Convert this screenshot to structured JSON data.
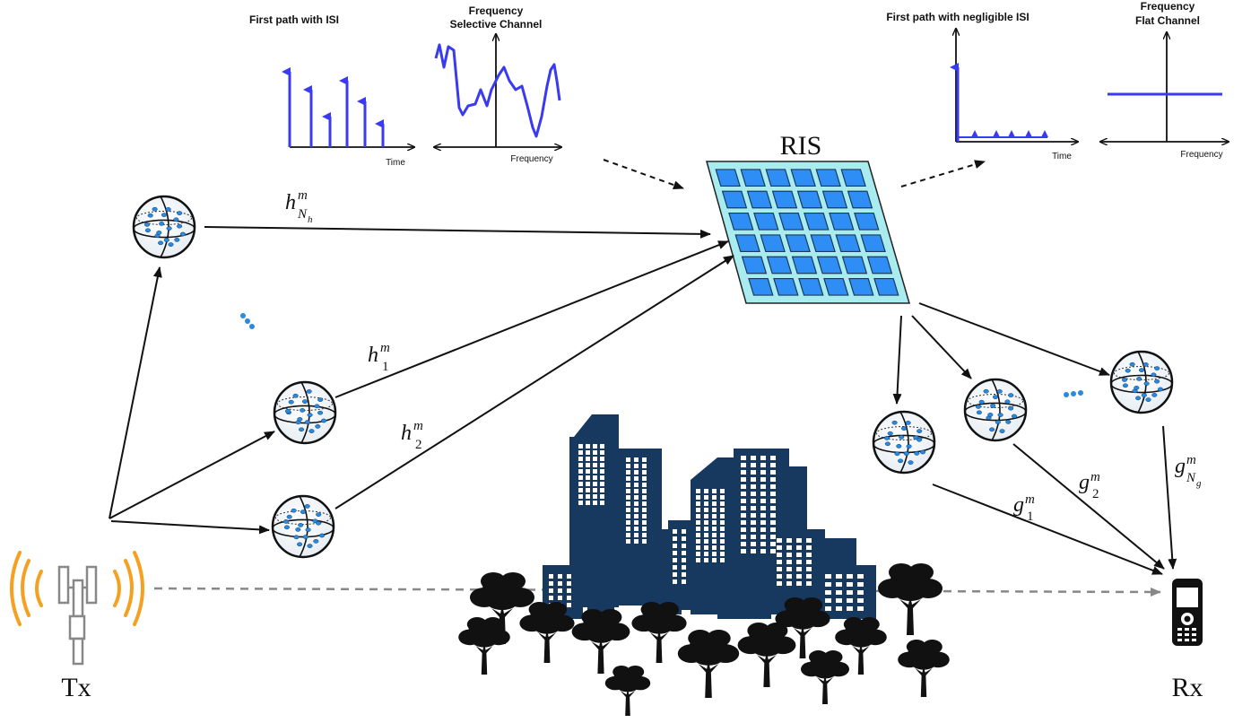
{
  "insets": {
    "isi": {
      "title": "First path with ISI",
      "xlabel": "Time"
    },
    "fsel": {
      "title_line1": "Frequency",
      "title_line2": "Selective Channel",
      "xlabel": "Frequency"
    },
    "neg": {
      "title": "First path with negligible ISI",
      "xlabel": "Time"
    },
    "flat": {
      "title_line1": "Frequency",
      "title_line2": "Flat Channel",
      "xlabel": "Frequency"
    }
  },
  "ris": {
    "label": "RIS",
    "rows": 6,
    "cols": 6
  },
  "nodes": {
    "tx": "Tx",
    "rx": "Rx"
  },
  "paths": {
    "hNh": {
      "base": "h",
      "sup": "m",
      "sub": "N",
      "subsub": "h"
    },
    "h1": {
      "base": "h",
      "sup": "m",
      "sub": "1"
    },
    "h2": {
      "base": "h",
      "sup": "m",
      "sub": "2"
    },
    "g1": {
      "base": "g",
      "sup": "m",
      "sub": "1"
    },
    "g2": {
      "base": "g",
      "sup": "m",
      "sub": "2"
    },
    "gNg": {
      "base": "g",
      "sup": "m",
      "sub": "N",
      "subsub": "g"
    }
  },
  "colors": {
    "accent_blue": "#3a3af0",
    "ris_frame": "#a8ecf0",
    "ris_cell": "#2f8ef5",
    "scatter_dot": "#2a8ae0",
    "city_navy": "#17385f",
    "tx_waves": "#f5a020",
    "tree": "#111111"
  },
  "icons": [
    "cell-tower-icon",
    "mobile-phone-icon",
    "scatterer-sphere-icon",
    "city-skyline-icon",
    "tree-icon",
    "ris-panel-icon"
  ]
}
